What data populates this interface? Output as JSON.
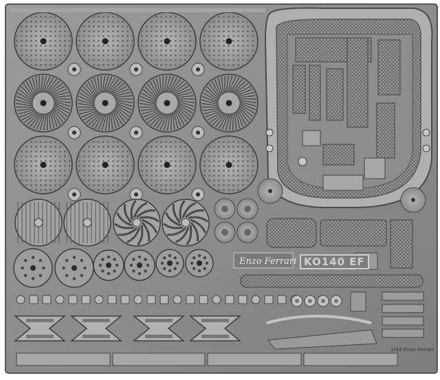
{
  "photo": {
    "subject": "photo-etched metal fret",
    "background_color": "#ffffff",
    "metal_color": "#8a8a8a",
    "text": {
      "credit": "1/43 Enzo Ferrari",
      "code": "KO140 EF",
      "script": "Enzo Ferrari",
      "brand": "Ferrari"
    }
  }
}
